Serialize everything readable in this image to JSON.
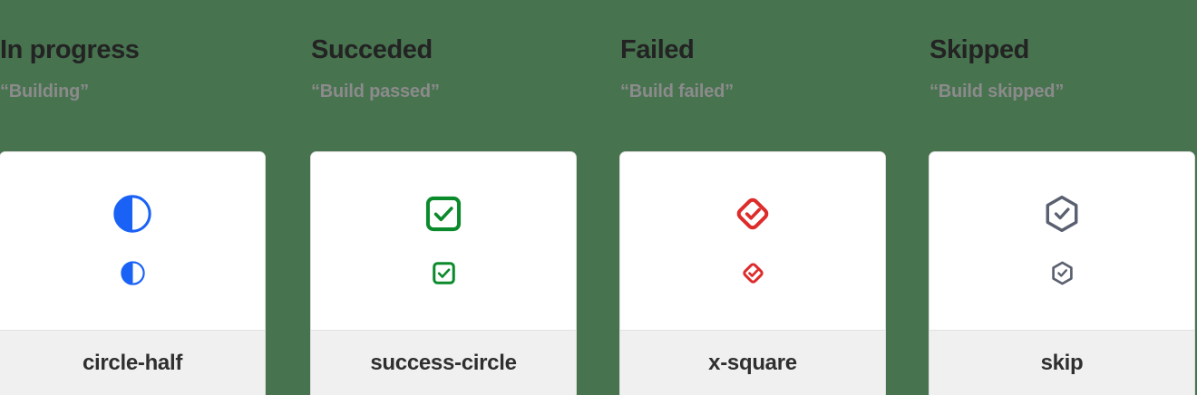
{
  "page": {
    "background_color": "#47734f",
    "card_background": "#ffffff",
    "card_footer_background": "#f0f0f0",
    "card_border_color": "#dcdcdc"
  },
  "columns": [
    {
      "title": "In progress",
      "subtitle": "“Building”",
      "icon_name": "circle-half-icon",
      "icon_label": "circle-half",
      "icon_color": "#1a62f5"
    },
    {
      "title": "Succeded",
      "subtitle": "“Build passed”",
      "icon_name": "success-square-check-icon",
      "icon_label": "success-circle",
      "icon_color": "#0b8a2b"
    },
    {
      "title": "Failed",
      "subtitle": "“Build failed”",
      "icon_name": "diamond-check-icon",
      "icon_label": "x-square",
      "icon_color": "#de2b2b"
    },
    {
      "title": "Skipped",
      "subtitle": "“Build skipped”",
      "icon_name": "hexagon-check-icon",
      "icon_label": "skip",
      "icon_color": "#5a6070"
    }
  ],
  "text_colors": {
    "title": "#232323",
    "subtitle": "#8b8b8b",
    "label": "#2f2f2f"
  }
}
